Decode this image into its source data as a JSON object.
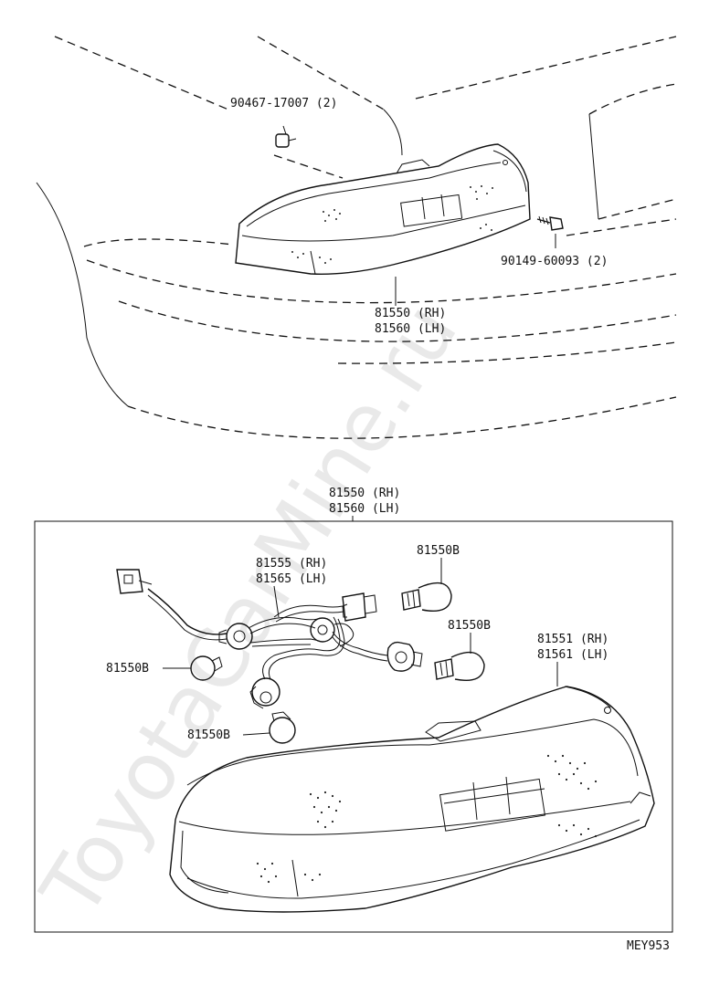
{
  "watermark": "ToyotaCarMine.ru",
  "diagram_code": "MEY953",
  "upper_view": {
    "screw_label": "90467-17007 (2)",
    "bolt_label": "90149-60093 (2)",
    "lamp_label_rh": "81550 (RH)",
    "lamp_label_lh": "81560 (LH)"
  },
  "detail_view": {
    "assy_label_rh": "81550 (RH)",
    "assy_label_lh": "81560 (LH)",
    "socket_label_rh": "81555 (RH)",
    "socket_label_lh": "81565 (LH)",
    "bulb_label_1": "81550B",
    "bulb_label_2": "81550B",
    "bulb_label_3": "81550B",
    "bulb_label_4": "81550B",
    "lens_label_rh": "81551 (RH)",
    "lens_label_lh": "81561 (LH)"
  }
}
